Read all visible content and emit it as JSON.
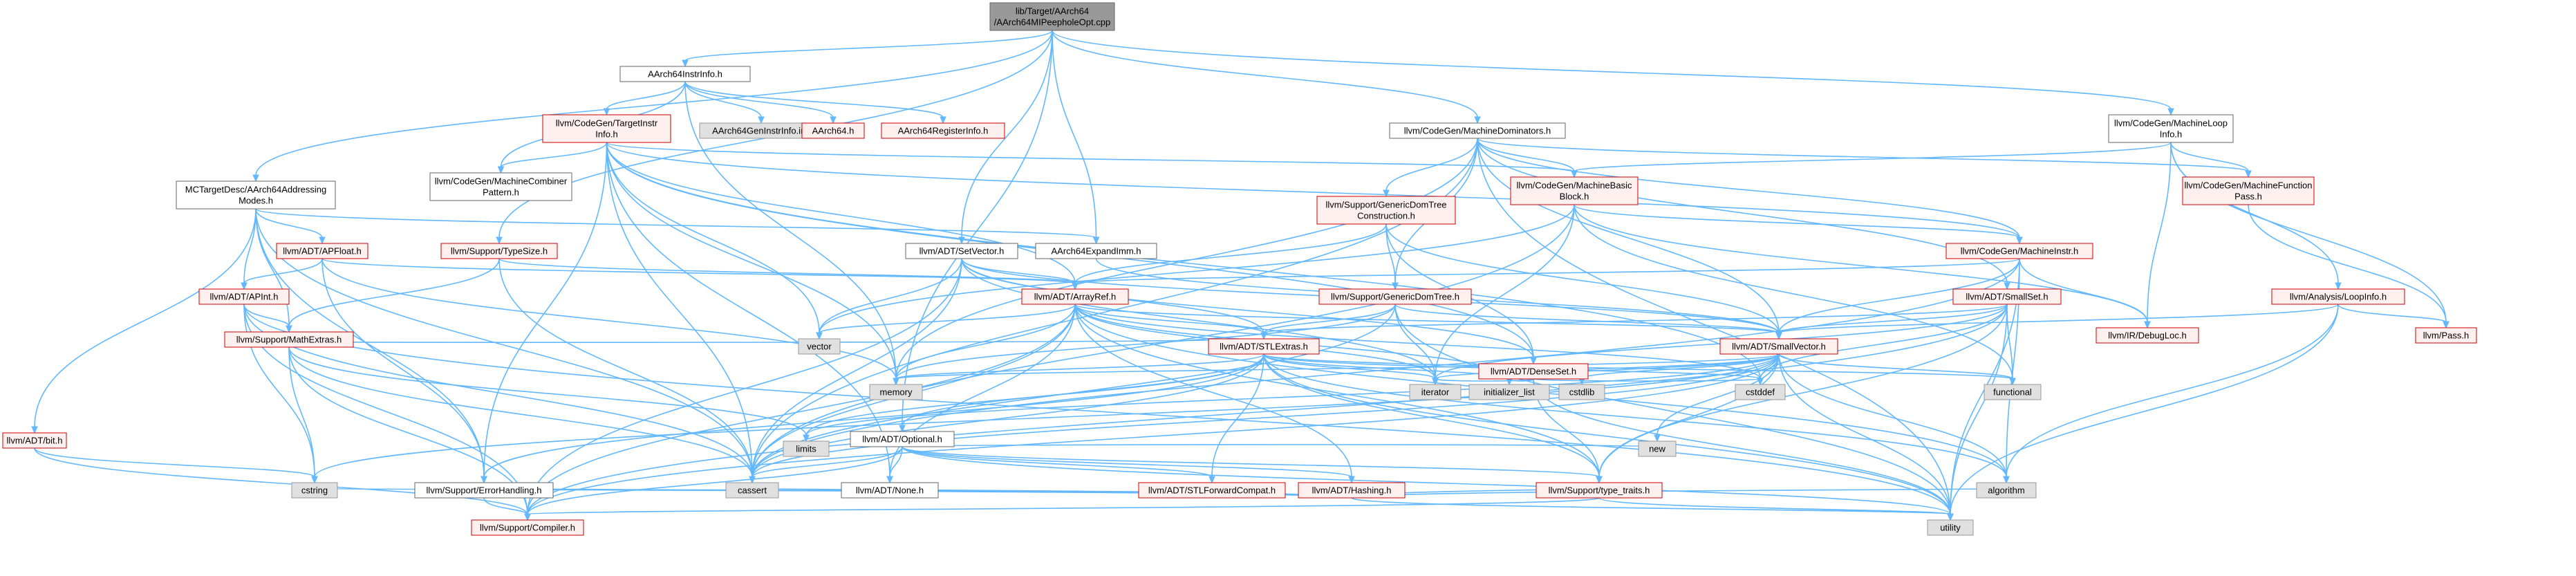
{
  "nodes": [
    {
      "id": "root",
      "lines": [
        "lib/Target/AArch64",
        "/AArch64MIPeepholeOpt.cpp"
      ],
      "style": "root"
    },
    {
      "id": "AArch64InstrInfo",
      "lines": [
        "AArch64InstrInfo.h"
      ],
      "style": "normal"
    },
    {
      "id": "MCTargetDesc",
      "lines": [
        "MCTargetDesc/AArch64Addressing",
        "Modes.h"
      ],
      "style": "normal"
    },
    {
      "id": "TargetInstrInfo",
      "lines": [
        "llvm/CodeGen/TargetInstr",
        "Info.h"
      ],
      "style": "red"
    },
    {
      "id": "GenInstrInfo",
      "lines": [
        "AArch64GenInstrInfo.inc"
      ],
      "style": "sys"
    },
    {
      "id": "AArch64h",
      "lines": [
        "AArch64.h"
      ],
      "style": "red"
    },
    {
      "id": "RegisterInfo",
      "lines": [
        "AArch64RegisterInfo.h"
      ],
      "style": "red"
    },
    {
      "id": "MachineDominators",
      "lines": [
        "llvm/CodeGen/MachineDominators.h"
      ],
      "style": "normal"
    },
    {
      "id": "MachineLoopInfo",
      "lines": [
        "llvm/CodeGen/MachineLoop",
        "Info.h"
      ],
      "style": "normal"
    },
    {
      "id": "MachineCombiner",
      "lines": [
        "llvm/CodeGen/MachineCombiner",
        "Pattern.h"
      ],
      "style": "normal"
    },
    {
      "id": "MachineBasicBlock",
      "lines": [
        "llvm/CodeGen/MachineBasic",
        "Block.h"
      ],
      "style": "red"
    },
    {
      "id": "MachineFunctionPass",
      "lines": [
        "llvm/CodeGen/MachineFunction",
        "Pass.h"
      ],
      "style": "red"
    },
    {
      "id": "APFloat",
      "lines": [
        "llvm/ADT/APFloat.h"
      ],
      "style": "red"
    },
    {
      "id": "TypeSize",
      "lines": [
        "llvm/Support/TypeSize.h"
      ],
      "style": "red"
    },
    {
      "id": "SetVector",
      "lines": [
        "llvm/ADT/SetVector.h"
      ],
      "style": "normal"
    },
    {
      "id": "ExpandImm",
      "lines": [
        "AArch64ExpandImm.h"
      ],
      "style": "normal"
    },
    {
      "id": "GenericDomTreeConstruction",
      "lines": [
        "llvm/Support/GenericDomTree",
        "Construction.h"
      ],
      "style": "red"
    },
    {
      "id": "MachineInstr",
      "lines": [
        "llvm/CodeGen/MachineInstr.h"
      ],
      "style": "red"
    },
    {
      "id": "APInt",
      "lines": [
        "llvm/ADT/APInt.h"
      ],
      "style": "red"
    },
    {
      "id": "ArrayRef",
      "lines": [
        "llvm/ADT/ArrayRef.h"
      ],
      "style": "red"
    },
    {
      "id": "GenericDomTree",
      "lines": [
        "llvm/Support/GenericDomTree.h"
      ],
      "style": "red"
    },
    {
      "id": "SmallSet",
      "lines": [
        "llvm/ADT/SmallSet.h"
      ],
      "style": "red"
    },
    {
      "id": "LoopInfo",
      "lines": [
        "llvm/Analysis/LoopInfo.h"
      ],
      "style": "red"
    },
    {
      "id": "DebugLoc",
      "lines": [
        "llvm/IR/DebugLoc.h"
      ],
      "style": "red"
    },
    {
      "id": "Pass",
      "lines": [
        "llvm/Pass.h"
      ],
      "style": "red"
    },
    {
      "id": "STLExtras",
      "lines": [
        "llvm/ADT/STLExtras.h"
      ],
      "style": "red"
    },
    {
      "id": "SmallVector",
      "lines": [
        "llvm/ADT/SmallVector.h"
      ],
      "style": "red"
    },
    {
      "id": "DenseSet",
      "lines": [
        "llvm/ADT/DenseSet.h"
      ],
      "style": "red"
    },
    {
      "id": "bit",
      "lines": [
        "llvm/ADT/bit.h"
      ],
      "style": "red"
    },
    {
      "id": "MathExtras",
      "lines": [
        "llvm/Support/MathExtras.h"
      ],
      "style": "red"
    },
    {
      "id": "vector",
      "lines": [
        "vector"
      ],
      "style": "sys"
    },
    {
      "id": "memory",
      "lines": [
        "memory"
      ],
      "style": "sys"
    },
    {
      "id": "Optional",
      "lines": [
        "llvm/ADT/Optional.h"
      ],
      "style": "normal"
    },
    {
      "id": "iterator",
      "lines": [
        "iterator"
      ],
      "style": "sys"
    },
    {
      "id": "initializer_list",
      "lines": [
        "initializer_list"
      ],
      "style": "sys"
    },
    {
      "id": "cstdlib",
      "lines": [
        "cstdlib"
      ],
      "style": "sys"
    },
    {
      "id": "cstddef",
      "lines": [
        "cstddef"
      ],
      "style": "sys"
    },
    {
      "id": "functional",
      "lines": [
        "functional"
      ],
      "style": "sys"
    },
    {
      "id": "limits",
      "lines": [
        "limits"
      ],
      "style": "sys"
    },
    {
      "id": "None",
      "lines": [
        "llvm/ADT/None.h"
      ],
      "style": "normal"
    },
    {
      "id": "STLForwardCompat",
      "lines": [
        "llvm/ADT/STLForwardCompat.h"
      ],
      "style": "red"
    },
    {
      "id": "Hashing",
      "lines": [
        "llvm/ADT/Hashing.h"
      ],
      "style": "red"
    },
    {
      "id": "new",
      "lines": [
        "new"
      ],
      "style": "sys"
    },
    {
      "id": "algorithm",
      "lines": [
        "algorithm"
      ],
      "style": "sys"
    },
    {
      "id": "cstring",
      "lines": [
        "cstring"
      ],
      "style": "sys"
    },
    {
      "id": "cassert",
      "lines": [
        "cassert"
      ],
      "style": "sys"
    },
    {
      "id": "ErrorHandling",
      "lines": [
        "llvm/Support/ErrorHandling.h"
      ],
      "style": "normal"
    },
    {
      "id": "type_traits",
      "lines": [
        "llvm/Support/type_traits.h"
      ],
      "style": "red"
    },
    {
      "id": "Compiler",
      "lines": [
        "llvm/Support/Compiler.h"
      ],
      "style": "red"
    },
    {
      "id": "utility",
      "lines": [
        "utility"
      ],
      "style": "sys"
    }
  ],
  "edges": [
    [
      "root",
      "AArch64InstrInfo"
    ],
    [
      "root",
      "MCTargetDesc"
    ],
    [
      "root",
      "MachineDominators"
    ],
    [
      "root",
      "MachineLoopInfo"
    ],
    [
      "root",
      "SetVector"
    ],
    [
      "root",
      "ExpandImm"
    ],
    [
      "root",
      "TypeSize"
    ],
    [
      "root",
      "Optional"
    ],
    [
      "AArch64InstrInfo",
      "TargetInstrInfo"
    ],
    [
      "AArch64InstrInfo",
      "GenInstrInfo"
    ],
    [
      "AArch64InstrInfo",
      "AArch64h"
    ],
    [
      "AArch64InstrInfo",
      "RegisterInfo"
    ],
    [
      "AArch64InstrInfo",
      "MachineCombiner"
    ],
    [
      "AArch64InstrInfo",
      "memory"
    ],
    [
      "MCTargetDesc",
      "APFloat"
    ],
    [
      "MCTargetDesc",
      "APInt"
    ],
    [
      "MCTargetDesc",
      "bit"
    ],
    [
      "MCTargetDesc",
      "MathExtras"
    ],
    [
      "MCTargetDesc",
      "ErrorHandling"
    ],
    [
      "MCTargetDesc",
      "cassert"
    ],
    [
      "MCTargetDesc",
      "ExpandImm"
    ],
    [
      "TargetInstrInfo",
      "MachineCombiner"
    ],
    [
      "TargetInstrInfo",
      "MachineBasicBlock"
    ],
    [
      "TargetInstrInfo",
      "MachineInstr"
    ],
    [
      "TargetInstrInfo",
      "ArrayRef"
    ],
    [
      "TargetInstrInfo",
      "DenseSet"
    ],
    [
      "TargetInstrInfo",
      "None"
    ],
    [
      "TargetInstrInfo",
      "ErrorHandling"
    ],
    [
      "TargetInstrInfo",
      "cassert"
    ],
    [
      "TargetInstrInfo",
      "cstddef"
    ],
    [
      "TargetInstrInfo",
      "vector"
    ],
    [
      "TargetInstrInfo",
      "memory"
    ],
    [
      "MachineDominators",
      "MachineBasicBlock"
    ],
    [
      "MachineDominators",
      "MachineFunctionPass"
    ],
    [
      "MachineDominators",
      "MachineInstr"
    ],
    [
      "MachineDominators",
      "GenericDomTreeConstruction"
    ],
    [
      "MachineDominators",
      "GenericDomTree"
    ],
    [
      "MachineDominators",
      "SmallSet"
    ],
    [
      "MachineDominators",
      "SmallVector"
    ],
    [
      "MachineDominators",
      "cassert"
    ],
    [
      "MachineDominators",
      "memory"
    ],
    [
      "MachineDominators",
      "utility"
    ],
    [
      "MachineLoopInfo",
      "MachineBasicBlock"
    ],
    [
      "MachineLoopInfo",
      "MachineFunctionPass"
    ],
    [
      "MachineLoopInfo",
      "LoopInfo"
    ],
    [
      "MachineLoopInfo",
      "DebugLoc"
    ],
    [
      "MachineLoopInfo",
      "Pass"
    ],
    [
      "MachineBasicBlock",
      "MachineInstr"
    ],
    [
      "MachineBasicBlock",
      "DebugLoc"
    ],
    [
      "MachineBasicBlock",
      "iterator"
    ],
    [
      "MachineBasicBlock",
      "functional"
    ],
    [
      "MachineBasicBlock",
      "vector"
    ],
    [
      "MachineBasicBlock",
      "cassert"
    ],
    [
      "MachineFunctionPass",
      "Pass"
    ],
    [
      "APFloat",
      "APInt"
    ],
    [
      "APFloat",
      "ArrayRef"
    ],
    [
      "APFloat",
      "ErrorHandling"
    ],
    [
      "APFloat",
      "FloatingPointMode"
    ],
    [
      "APFloat",
      "memory"
    ],
    [
      "TypeSize",
      "MathExtras"
    ],
    [
      "TypeSize",
      "cassert"
    ],
    [
      "TypeSize",
      "ArrayRef"
    ],
    [
      "SetVector",
      "ArrayRef"
    ],
    [
      "SetVector",
      "DenseSet"
    ],
    [
      "SetVector",
      "STLExtras"
    ],
    [
      "SetVector",
      "SmallVector"
    ],
    [
      "SetVector",
      "Compiler"
    ],
    [
      "SetVector",
      "cassert"
    ],
    [
      "SetVector",
      "iterator"
    ],
    [
      "SetVector",
      "vector"
    ],
    [
      "ExpandImm",
      "SmallVector"
    ],
    [
      "GenericDomTreeConstruction",
      "GenericDomTree"
    ],
    [
      "GenericDomTreeConstruction",
      "ArrayRef"
    ],
    [
      "GenericDomTreeConstruction",
      "DenseSet"
    ],
    [
      "GenericDomTreeConstruction",
      "SmallVector"
    ],
    [
      "MachineInstr",
      "ArrayRef"
    ],
    [
      "MachineInstr",
      "SmallVector"
    ],
    [
      "MachineInstr",
      "DebugLoc"
    ],
    [
      "MachineInstr",
      "algorithm"
    ],
    [
      "MachineInstr",
      "cassert"
    ],
    [
      "MachineInstr",
      "utility"
    ],
    [
      "APInt",
      "MathExtras"
    ],
    [
      "APInt",
      "Compiler"
    ],
    [
      "APInt",
      "cassert"
    ],
    [
      "APInt",
      "cstring"
    ],
    [
      "APInt",
      "utility"
    ],
    [
      "ArrayRef",
      "Hashing"
    ],
    [
      "ArrayRef",
      "None"
    ],
    [
      "ArrayRef",
      "STLExtras"
    ],
    [
      "ArrayRef",
      "SmallVector"
    ],
    [
      "ArrayRef",
      "Compiler"
    ],
    [
      "ArrayRef",
      "algorithm"
    ],
    [
      "ArrayRef",
      "array"
    ],
    [
      "ArrayRef",
      "cassert"
    ],
    [
      "ArrayRef",
      "cstddef"
    ],
    [
      "ArrayRef",
      "initializer_list"
    ],
    [
      "ArrayRef",
      "iterator"
    ],
    [
      "ArrayRef",
      "memory"
    ],
    [
      "ArrayRef",
      "type_traits"
    ],
    [
      "ArrayRef",
      "vector"
    ],
    [
      "GenericDomTree",
      "STLExtras"
    ],
    [
      "GenericDomTree",
      "SmallVector"
    ],
    [
      "GenericDomTree",
      "cassert"
    ],
    [
      "GenericDomTree",
      "iterator"
    ],
    [
      "GenericDomTree",
      "memory"
    ],
    [
      "GenericDomTree",
      "utility"
    ],
    [
      "SmallSet",
      "SmallVector"
    ],
    [
      "SmallSet",
      "STLExtras"
    ],
    [
      "SmallSet",
      "iterator"
    ],
    [
      "SmallSet",
      "type_traits"
    ],
    [
      "SmallSet",
      "cstddef"
    ],
    [
      "SmallSet",
      "functional"
    ],
    [
      "SmallSet",
      "utility"
    ],
    [
      "SmallSet",
      "Compiler"
    ],
    [
      "LoopInfo",
      "SmallVector"
    ],
    [
      "LoopInfo",
      "Pass"
    ],
    [
      "LoopInfo",
      "algorithm"
    ],
    [
      "LoopInfo",
      "utility"
    ],
    [
      "STLExtras",
      "Optional"
    ],
    [
      "STLExtras",
      "STLForwardCompat"
    ],
    [
      "STLExtras",
      "iterator"
    ],
    [
      "STLExtras",
      "type_traits"
    ],
    [
      "STLExtras",
      "ErrorHandling"
    ],
    [
      "STLExtras",
      "algorithm"
    ],
    [
      "STLExtras",
      "cassert"
    ],
    [
      "STLExtras",
      "cstddef"
    ],
    [
      "STLExtras",
      "functional"
    ],
    [
      "STLExtras",
      "initializer_list"
    ],
    [
      "STLExtras",
      "limits"
    ],
    [
      "STLExtras",
      "memory"
    ],
    [
      "STLExtras",
      "utility"
    ],
    [
      "STLExtras",
      "MathExtras"
    ],
    [
      "SmallVector",
      "Compiler"
    ],
    [
      "SmallVector",
      "type_traits"
    ],
    [
      "SmallVector",
      "algorithm"
    ],
    [
      "SmallVector",
      "cassert"
    ],
    [
      "SmallVector",
      "cstddef"
    ],
    [
      "SmallVector",
      "cstdlib"
    ],
    [
      "SmallVector",
      "cstring"
    ],
    [
      "SmallVector",
      "functional"
    ],
    [
      "SmallVector",
      "initializer_list"
    ],
    [
      "SmallVector",
      "iterator"
    ],
    [
      "SmallVector",
      "limits"
    ],
    [
      "SmallVector",
      "memory"
    ],
    [
      "SmallVector",
      "new"
    ],
    [
      "SmallVector",
      "utility"
    ],
    [
      "DenseSet",
      "type_traits"
    ],
    [
      "DenseSet",
      "cstddef"
    ],
    [
      "DenseSet",
      "initializer_list"
    ],
    [
      "DenseSet",
      "iterator"
    ],
    [
      "DenseSet",
      "utility"
    ],
    [
      "bit",
      "Compiler"
    ],
    [
      "bit",
      "cstring"
    ],
    [
      "MathExtras",
      "Compiler"
    ],
    [
      "MathExtras",
      "cassert"
    ],
    [
      "MathExtras",
      "cstring"
    ],
    [
      "MathExtras",
      "limits"
    ],
    [
      "Optional",
      "None"
    ],
    [
      "Optional",
      "STLForwardCompat"
    ],
    [
      "Optional",
      "Hashing"
    ],
    [
      "Optional",
      "Compiler"
    ],
    [
      "Optional",
      "type_traits"
    ],
    [
      "Optional",
      "cassert"
    ],
    [
      "Optional",
      "new"
    ],
    [
      "Optional",
      "utility"
    ],
    [
      "Hashing",
      "ErrorHandling"
    ],
    [
      "Hashing",
      "type_traits"
    ],
    [
      "Hashing",
      "algorithm"
    ],
    [
      "Hashing",
      "cassert"
    ],
    [
      "Hashing",
      "cstring"
    ],
    [
      "Hashing",
      "utility"
    ],
    [
      "ErrorHandling",
      "Compiler"
    ],
    [
      "type_traits",
      "Compiler"
    ],
    [
      "type_traits",
      "utility"
    ]
  ]
}
